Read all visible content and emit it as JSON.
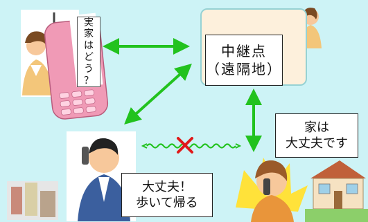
{
  "relay": {
    "line1": "中継点",
    "line2": "（遠隔地）"
  },
  "phone_screen": {
    "chars": [
      "実",
      "家",
      "は",
      "ど",
      "う",
      "？"
    ]
  },
  "home_caller": {
    "line1": "家は",
    "line2": "大丈夫です"
  },
  "man": {
    "line1": "大丈夫！",
    "line2": "歩いて帰る"
  },
  "colors": {
    "arrow": "#22c21e",
    "cross": "#e01a1a",
    "background": "#cdf3f6",
    "relay_fill": "#fdf0dc"
  }
}
